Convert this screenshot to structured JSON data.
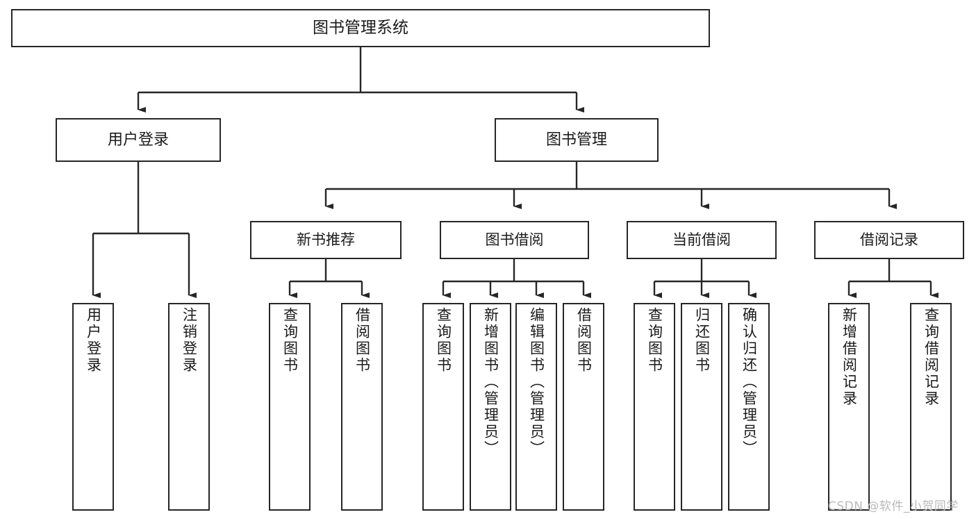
{
  "diagram": {
    "type": "tree-hierarchy",
    "title": "图书管理系统",
    "orientation": "top-down",
    "colors": {
      "box_border": "#262626",
      "box_fill": "#ffffff",
      "edge": "#262626",
      "text": "#1a1a1a",
      "watermark": "#b9b9b9",
      "background": "#ffffff"
    },
    "root": {
      "label": "图书管理系统"
    },
    "level2": [
      {
        "label": "用户登录"
      },
      {
        "label": "图书管理"
      }
    ],
    "level3": [
      {
        "label": "新书推荐"
      },
      {
        "label": "图书借阅"
      },
      {
        "label": "当前借阅"
      },
      {
        "label": "借阅记录"
      }
    ],
    "leaves": {
      "user_login": [
        {
          "label": "用户登录"
        },
        {
          "label": "注销登录"
        }
      ],
      "new_book_recommend": [
        {
          "label": "查询图书"
        },
        {
          "label": "借阅图书"
        }
      ],
      "book_borrow": [
        {
          "label": "查询图书"
        },
        {
          "label": "新增图书（管理员）"
        },
        {
          "label": "编辑图书（管理员）"
        },
        {
          "label": "借阅图书"
        }
      ],
      "current_borrow": [
        {
          "label": "查询图书"
        },
        {
          "label": "归还图书"
        },
        {
          "label": "确认归还（管理员）"
        }
      ],
      "borrow_record": [
        {
          "label": "新增借阅记录"
        },
        {
          "label": "查询借阅记录"
        }
      ]
    }
  },
  "watermark": {
    "text": "CSDN @软件_小贺同学"
  }
}
